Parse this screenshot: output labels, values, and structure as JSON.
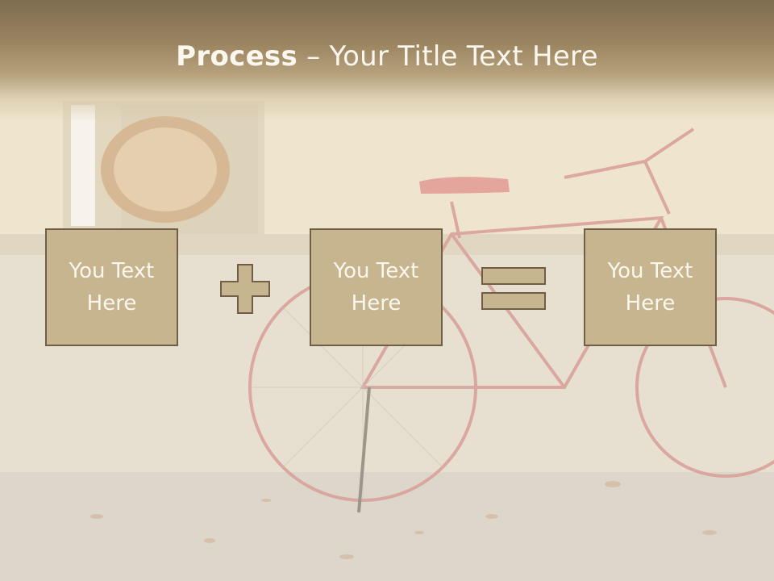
{
  "slide": {
    "title_bold": "Process",
    "title_rest": " – Your Title Text Here"
  },
  "boxes": [
    {
      "line1": "You Text",
      "line2": "Here"
    },
    {
      "line1": "You Text",
      "line2": "Here"
    },
    {
      "line1": "You Text",
      "line2": "Here"
    }
  ],
  "operators": {
    "first": "plus-icon",
    "second": "equals-icon"
  },
  "colors": {
    "title_band": "#9a8460",
    "box_fill": "#c7b58f",
    "box_border": "#6e5f46",
    "text": "#fbf7ee"
  }
}
